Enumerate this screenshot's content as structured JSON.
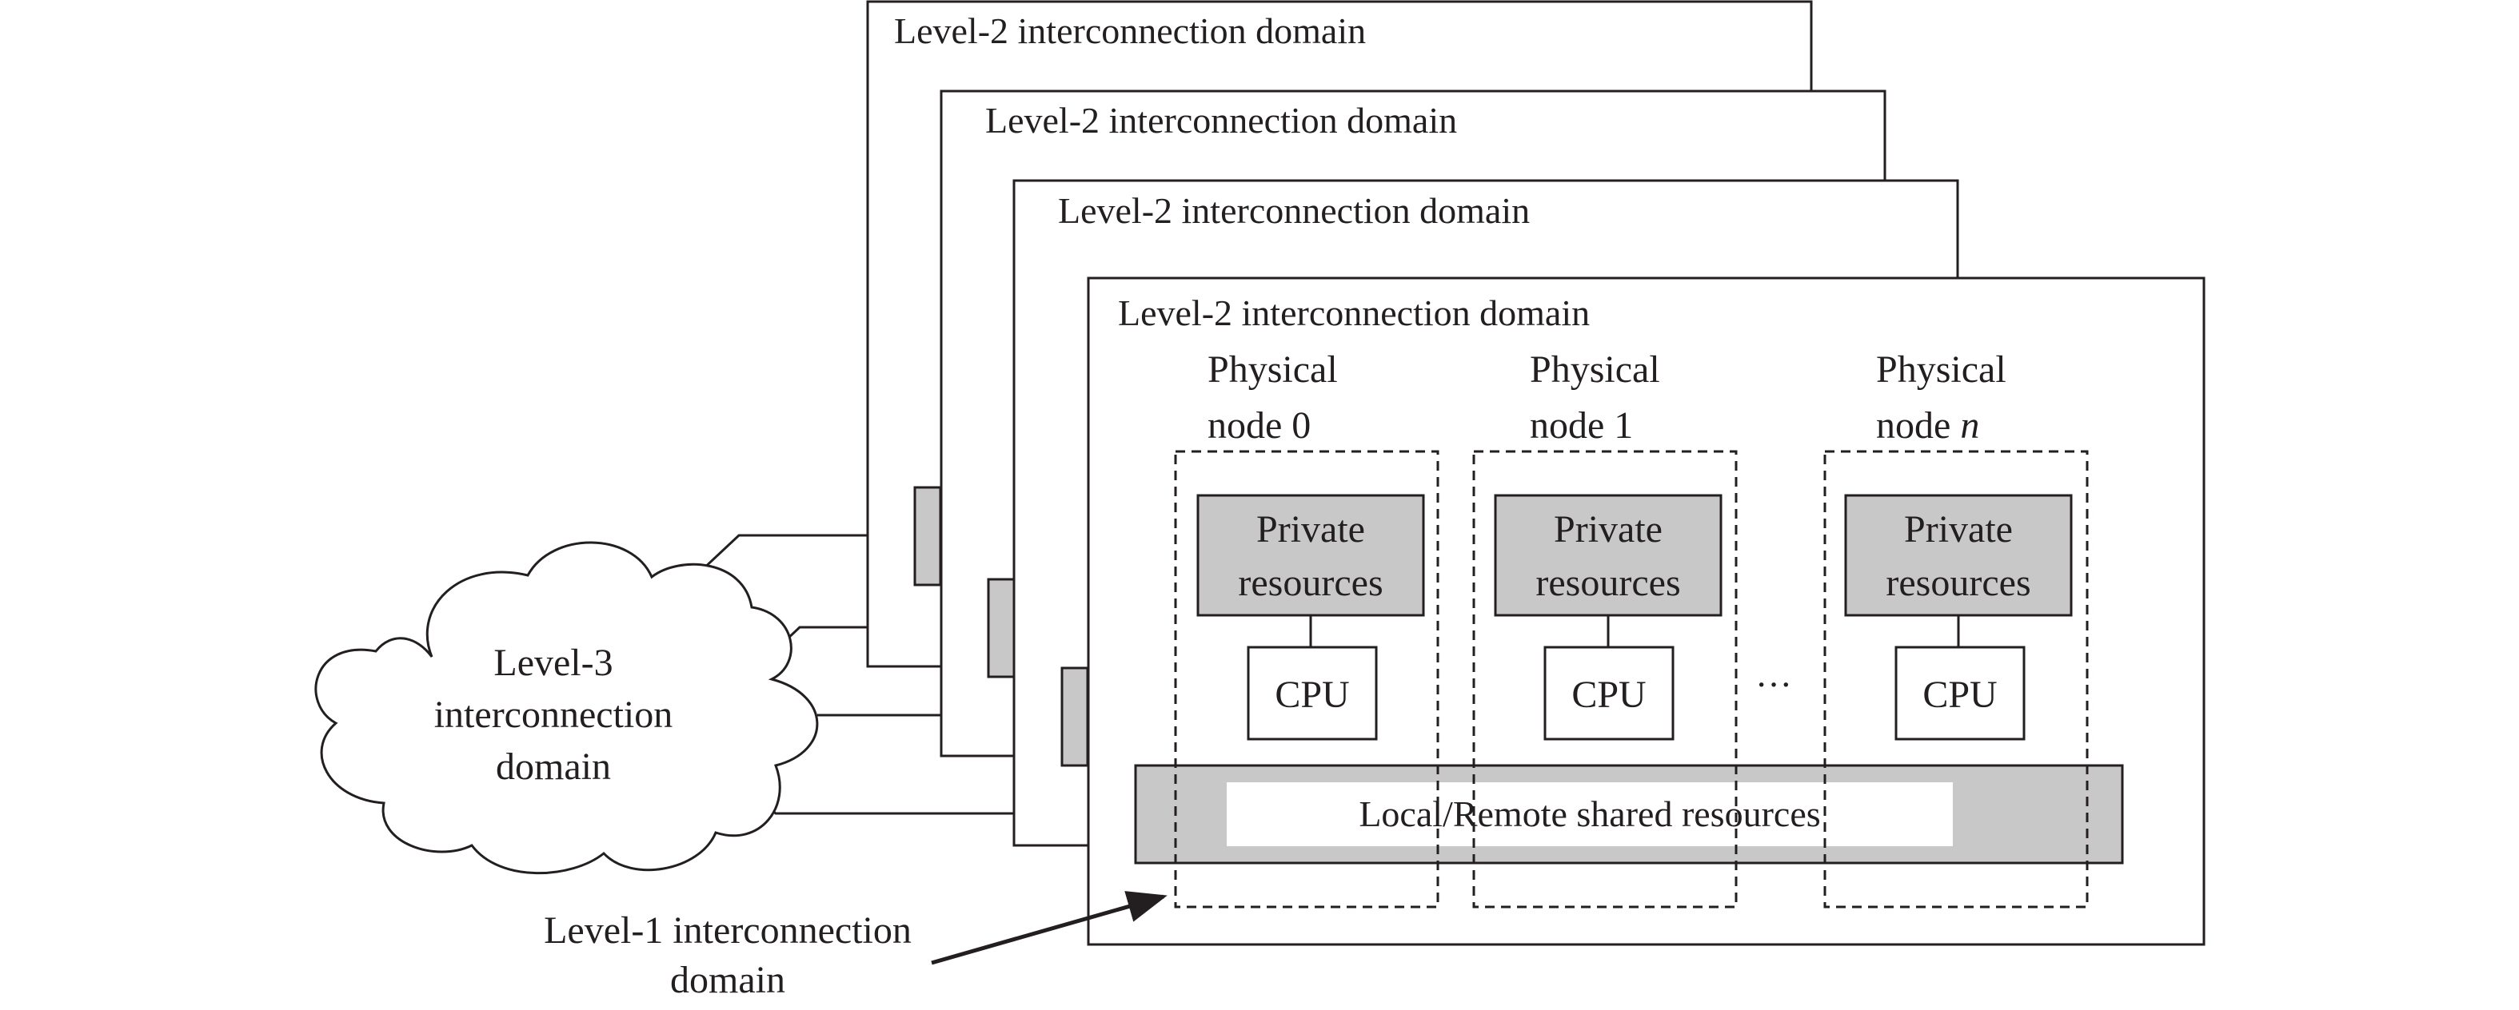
{
  "level2_domains": [
    {
      "title": "Level-2 interconnection domain"
    },
    {
      "title": "Level-2 interconnection domain"
    },
    {
      "title": "Level-2 interconnection domain"
    },
    {
      "title": "Level-2 interconnection domain"
    }
  ],
  "level3_cloud": {
    "lines": [
      "Level-3",
      "interconnection",
      "domain"
    ]
  },
  "nodes": [
    {
      "label_line1": "Physical",
      "label_line2": "node 0",
      "index_italic": "",
      "private": [
        "Private",
        "resources"
      ],
      "cpu": "CPU"
    },
    {
      "label_line1": "Physical",
      "label_line2": "node 1",
      "index_italic": "",
      "private": [
        "Private",
        "resources"
      ],
      "cpu": "CPU"
    },
    {
      "label_line1": "Physical",
      "label_line2": "node ",
      "index_italic": "n",
      "private": [
        "Private",
        "resources"
      ],
      "cpu": "CPU"
    }
  ],
  "ellipsis": "···",
  "shared_resources": "Local/Remote shared resources",
  "level1_label": {
    "line1": "Level-1 interconnection",
    "line2": "domain"
  },
  "colors": {
    "stroke": "#231f20",
    "gray_fill": "#c8c8c8",
    "background": "#ffffff"
  }
}
